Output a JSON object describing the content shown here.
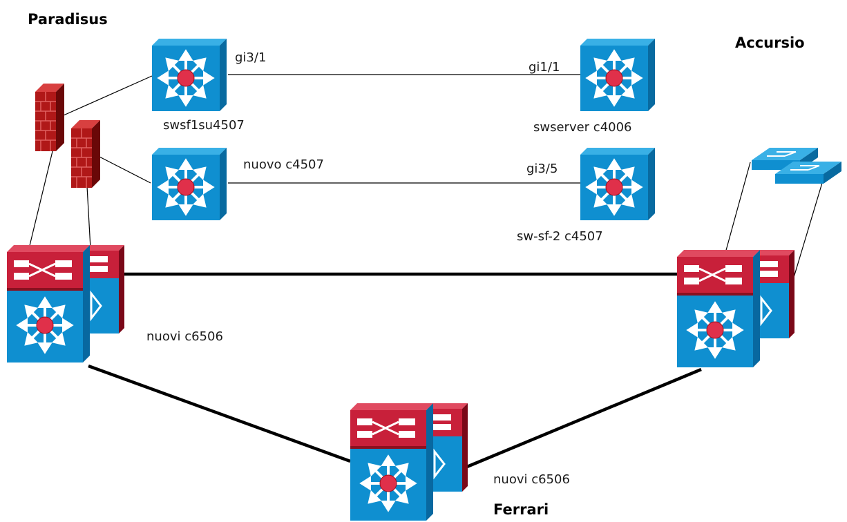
{
  "sites": {
    "paradisus": "Paradisus",
    "accursio": "Accursio",
    "ferrari": "Ferrari"
  },
  "devices": {
    "swsf1su4507": "swsf1su4507",
    "swserver": "swserver c4006",
    "nuovo_c4507_right": "sw-sf-2 c4507",
    "nuovi_c6506_left": "nuovi c6506",
    "nuovi_c6506_bottom": "nuovi c6506"
  },
  "interfaces": {
    "gi3_1": "gi3/1",
    "gi1_1": "gi1/1",
    "nuovo_c4507": "nuovo c4507",
    "gi3_5": "gi3/5"
  },
  "icons": [
    "firewall-icon",
    "layer3-switch-icon",
    "multilayer-switch-chassis-icon",
    "workgroup-switch-icon"
  ],
  "colors": {
    "switch_blue": "#0f8fd0",
    "switch_red": "#c8203a",
    "firewall_red": "#b01818",
    "link": "#000000"
  }
}
